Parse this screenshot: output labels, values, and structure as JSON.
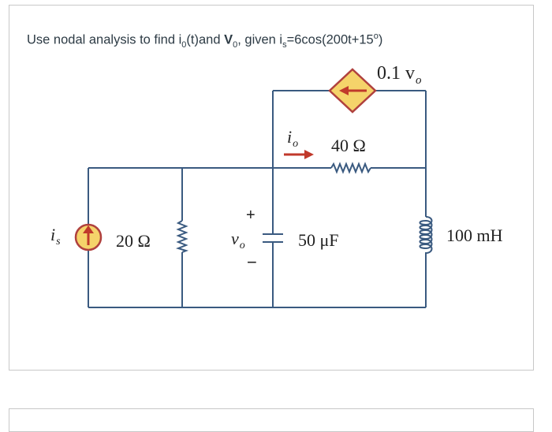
{
  "question": {
    "prefix": "Use nodal analysis to find i",
    "io_sub": "0",
    "mid": "(t)and ",
    "vo_main": "V",
    "vo_sub": "0",
    "given": ", given i",
    "is_sub": "s",
    "expr": "=6cos(200t+15",
    "deg": "o",
    "close": ")"
  },
  "circuit": {
    "is_label": "i",
    "is_sub": "s",
    "r1_label": "20 Ω",
    "vo_plus": "+",
    "vo_minus": "−",
    "vo_label": "v",
    "vo_sub": "o",
    "io_label": "i",
    "io_sub": "o",
    "r2_label": "40 Ω",
    "c_label": "50 μF",
    "l_label": "100 mH",
    "dep_label": "0.1 v",
    "dep_sub": "o"
  },
  "colors": {
    "wire": "#3a5a80",
    "source_fill": "#f5d36a",
    "source_border": "#b0413e",
    "arrow": "#c0392b",
    "diamond_fill": "#f5d36a"
  }
}
